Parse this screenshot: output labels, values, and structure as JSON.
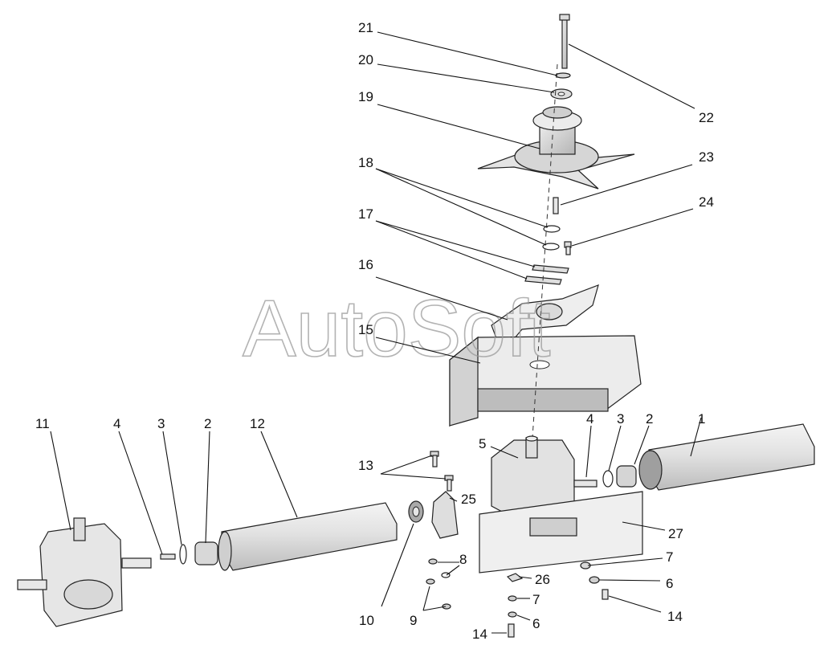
{
  "watermark": "AutoSoft",
  "callouts": {
    "c1": "1",
    "c2a": "2",
    "c2b": "2",
    "c3a": "3",
    "c3b": "3",
    "c4a": "4",
    "c4b": "4",
    "c5": "5",
    "c6a": "6",
    "c6b": "6",
    "c7a": "7",
    "c7b": "7",
    "c8": "8",
    "c9": "9",
    "c10": "10",
    "c11": "11",
    "c12": "12",
    "c13": "13",
    "c14a": "14",
    "c14b": "14",
    "c15": "15",
    "c16": "16",
    "c17": "17",
    "c18": "18",
    "c19": "19",
    "c20": "20",
    "c21": "21",
    "c22": "22",
    "c23": "23",
    "c24": "24",
    "c25": "25",
    "c26": "26",
    "c27": "27"
  }
}
